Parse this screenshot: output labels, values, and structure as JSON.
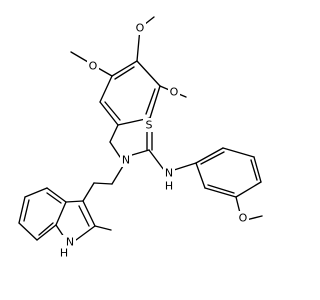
{
  "structure": {
    "atom_labels": {
      "o_top": "O",
      "o_left": "O",
      "o_right": "O",
      "n_center": "N",
      "s_thione": "S",
      "nh_thiourea": "N",
      "h_thiourea": "H",
      "o_anisole": "O",
      "nh_indole_h": "H",
      "nh_indole_n": "N"
    }
  }
}
